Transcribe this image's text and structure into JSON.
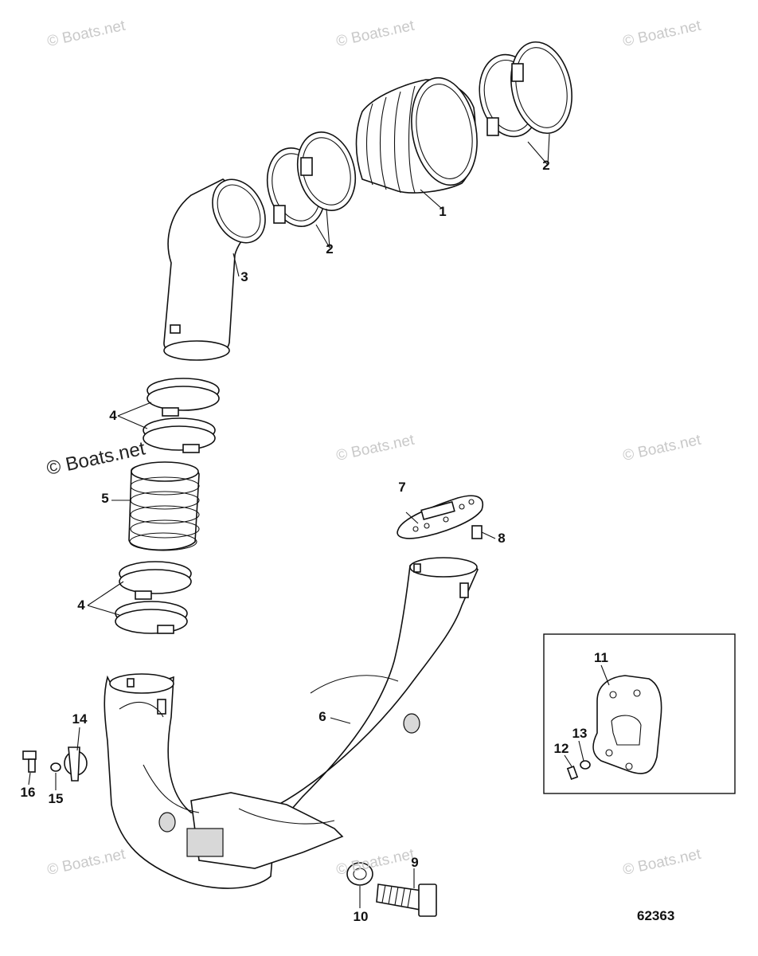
{
  "watermarks": {
    "text": "© Boats.net",
    "prominent": "© Boats.net"
  },
  "figure_number": "62363",
  "callouts": {
    "c1": "1",
    "c2a": "2",
    "c2b": "2",
    "c3": "3",
    "c4a": "4",
    "c4b": "4",
    "c5": "5",
    "c6": "6",
    "c7": "7",
    "c8": "8",
    "c9": "9",
    "c10": "10",
    "c11": "11",
    "c12": "12",
    "c13": "13",
    "c14": "14",
    "c15": "15",
    "c16": "16"
  },
  "colors": {
    "line": "#111111",
    "watermark": "#c9c9c9",
    "background": "#ffffff"
  }
}
